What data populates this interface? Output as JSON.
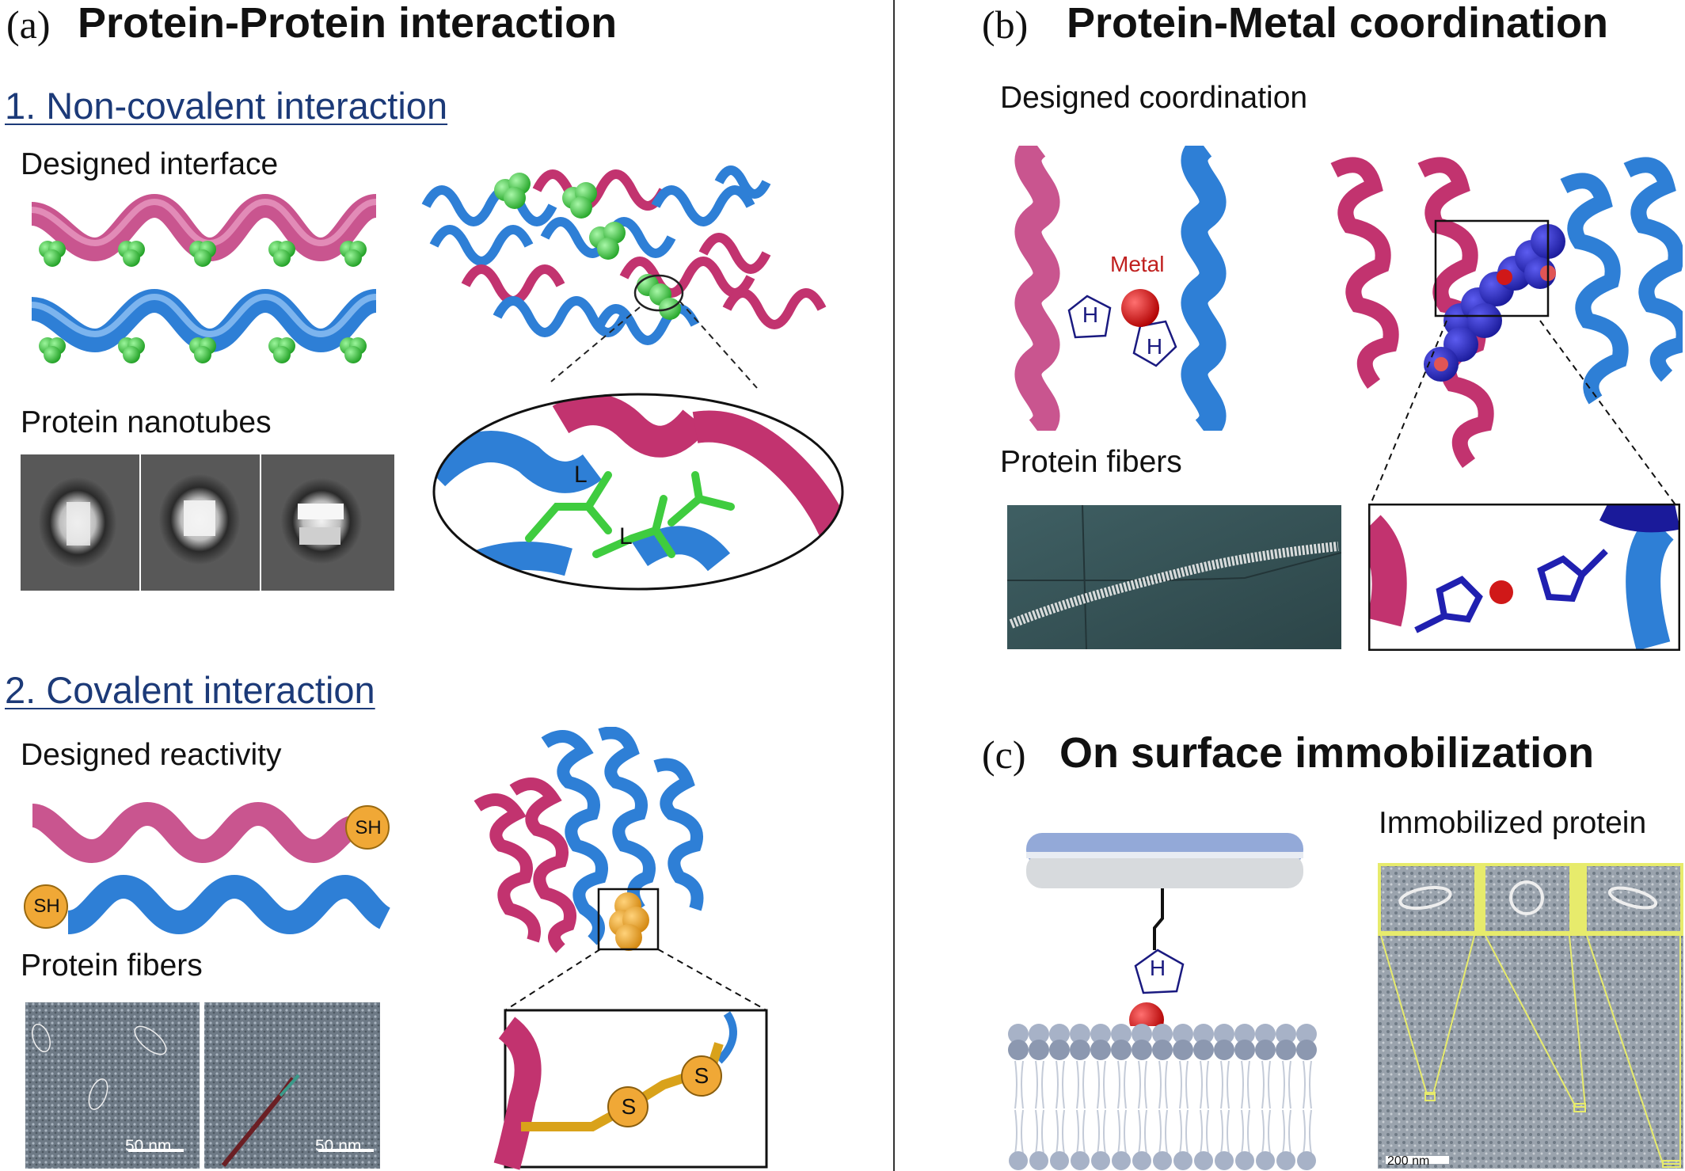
{
  "panel_a": {
    "letter": "(a)",
    "title": "Protein-Protein interaction",
    "section1": {
      "title": "1. Non-covalent interaction",
      "designed_interface": "Designed interface",
      "nanotubes": "Protein nanotubes",
      "residue_label_1": "L",
      "residue_label_2": "L"
    },
    "section2": {
      "title": "2. Covalent interaction",
      "designed_reactivity": "Designed reactivity",
      "fibers": "Protein fibers",
      "sh_1": "SH",
      "sh_2": "SH",
      "s_1": "S",
      "s_2": "S",
      "scale_1": "50 nm",
      "scale_2": "50 nm"
    }
  },
  "panel_b": {
    "letter": "(b)",
    "title": "Protein-Metal coordination",
    "designed_coordination": "Designed coordination",
    "metal_label": "Metal",
    "h_1": "H",
    "h_2": "H",
    "fibers": "Protein fibers"
  },
  "panel_c": {
    "letter": "(c)",
    "title": "On surface immobilization",
    "immobilized": "Immobilized protein",
    "h_label": "H",
    "scale": "200 nm"
  },
  "colors": {
    "magenta_helix": "#c9558f",
    "blue_helix": "#2e7fd6",
    "green_residue": "#35c23a",
    "orange_sulfur": "#f0a836",
    "metal_red": "#d01818",
    "title_blue": "#1c3a78"
  }
}
